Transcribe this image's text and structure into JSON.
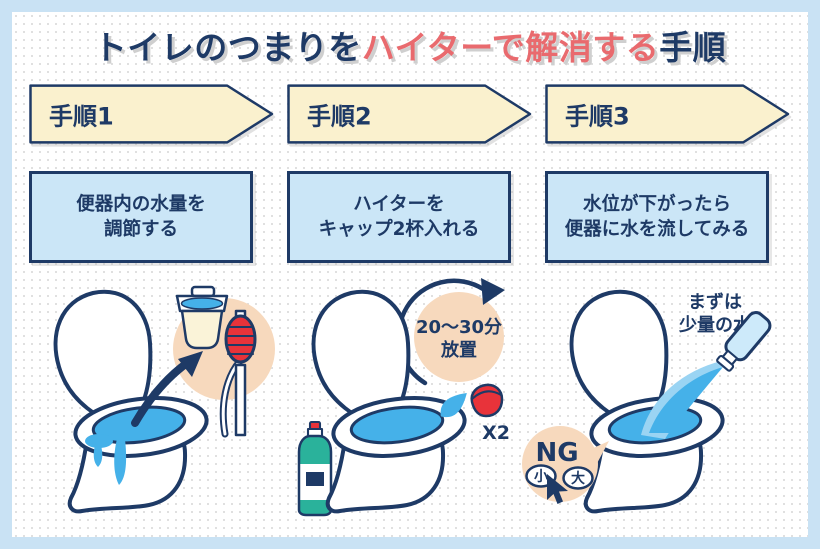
{
  "title": {
    "part1": "トイレのつまりを",
    "part2_highlight": "ハイターで解消する",
    "part3": "手順"
  },
  "steps": [
    {
      "header": "手順1",
      "lines": [
        "便器内の水量を",
        "調節する"
      ]
    },
    {
      "header": "手順2",
      "lines": [
        "ハイターを",
        "キャップ2杯入れる"
      ]
    },
    {
      "header": "手順3",
      "lines": [
        "水位が下がったら",
        "便器に水を流してみる"
      ]
    }
  ],
  "annotations": {
    "step2": {
      "wait_line1": "20〜30分",
      "wait_line2": "放置",
      "cap_count": "X2"
    },
    "step3": {
      "note_line1": "まずは",
      "note_line2": "少量の水",
      "ng_label": "NG",
      "flush_small": "小",
      "flush_large": "大"
    }
  },
  "icons": [
    "toilet-icon",
    "bucket-icon",
    "siphon-pump-icon",
    "arrow-icon",
    "bleach-bottle-icon",
    "wait-timer-circle-arrow-icon",
    "measuring-cap-icon",
    "water-drop-icon",
    "water-bottle-icon",
    "ng-speech-bubble",
    "cursor-icon"
  ],
  "colors": {
    "navy": "#1e3a66",
    "accent_red": "#e96a6e",
    "banner_cream": "#faf1ce",
    "box_blue": "#cbe6f7",
    "frame_blue": "#c9e2f4",
    "peach": "#f7d9bd",
    "water_blue": "#45b1e9",
    "bottle_teal": "#2ab29b",
    "pump_red": "#e8333a",
    "bottle_blue": "#cdeafa"
  }
}
